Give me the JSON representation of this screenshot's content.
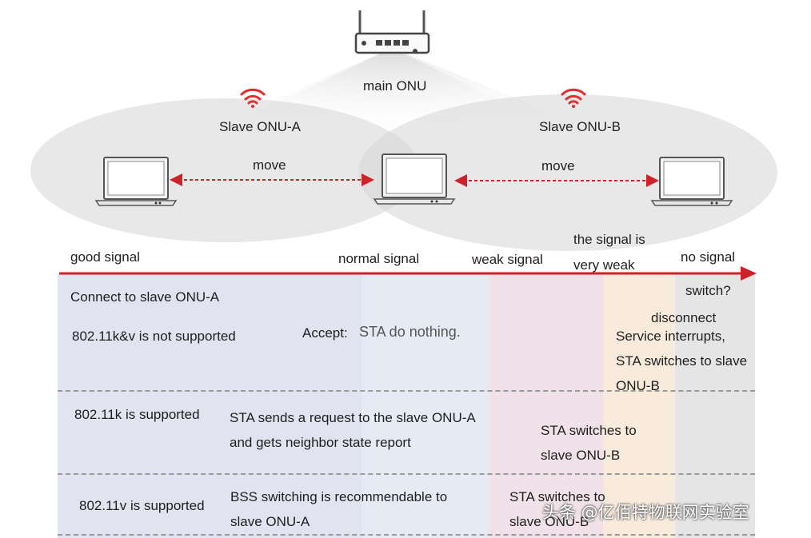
{
  "top": {
    "main_onu": "main ONU",
    "slave_a": "Slave ONU-A",
    "slave_b": "Slave ONU-B",
    "move_left": "move",
    "move_right": "move"
  },
  "axis": {
    "good": "good signal",
    "normal": "normal signal",
    "weak": "weak signal",
    "very_weak_1": "the signal is",
    "very_weak_2": "very weak",
    "none": "no signal"
  },
  "rows": {
    "r1": {
      "connect": "Connect to slave ONU-A",
      "label": "802.11k&v is not supported",
      "accept": "Accept:",
      "accept_text": "STA do nothing.",
      "switch_q": "switch?",
      "disconnect": "disconnect",
      "interrupt_1": "Service interrupts,",
      "interrupt_2": "STA switches to slave",
      "interrupt_3": "ONU-B"
    },
    "r2": {
      "label": "802.11k is supported",
      "req_1": "STA sends a request to the slave ONU-A",
      "req_2": "and gets neighbor state report",
      "sw_1": "STA switches to",
      "sw_2": "slave ONU-B"
    },
    "r3": {
      "label": "802.11v is supported",
      "bss_1": "BSS switching is recommendable to",
      "bss_2": "slave ONU-A",
      "sw_1": "STA switches to",
      "sw_2": "slave ONU-B"
    }
  },
  "watermark": "头条 @亿佰特物联网实验室",
  "colors": {
    "arrow": "#d0202a",
    "band_good": "#e2e3f0",
    "band_normal": "#e6eaf4",
    "band_weak": "#f0e2e8",
    "band_very_weak": "#f9ebdc",
    "band_none": "#e5e5e5"
  }
}
